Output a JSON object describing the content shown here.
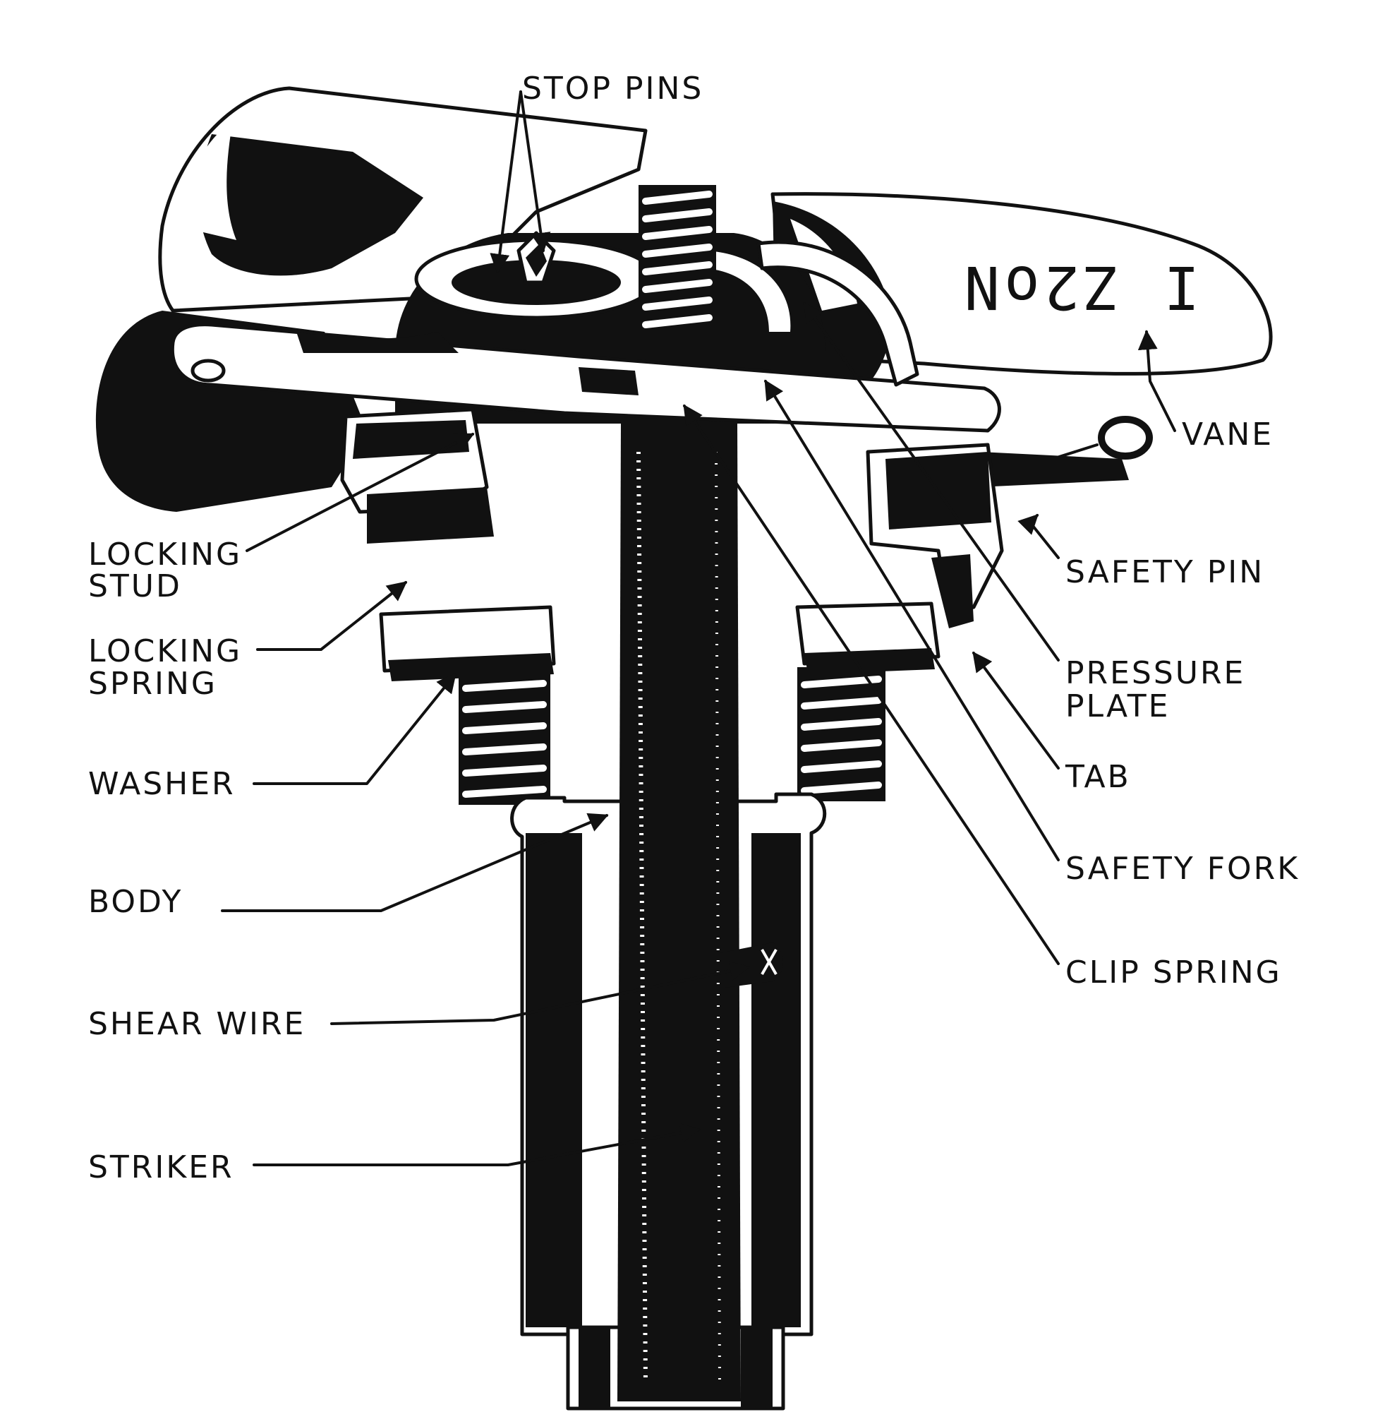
{
  "figure": {
    "vane_stamp": "I Z2oN",
    "labels": {
      "stop_pins": "STOP PINS",
      "vane": "VANE",
      "safety_pin": "SAFETY PIN",
      "pressure_plate_line1": "PRESSURE",
      "pressure_plate_line2": "PLATE",
      "tab": "TAB",
      "safety_fork": "SAFETY FORK",
      "clip_spring": "CLIP SPRING",
      "locking_stud_line1": "LOCKING",
      "locking_stud_line2": "STUD",
      "locking_spring_line1": "LOCKING",
      "locking_spring_line2": "SPRING",
      "washer": "WASHER",
      "body": "BODY",
      "shear_wire": "SHEAR WIRE",
      "striker": "STRIKER"
    }
  }
}
